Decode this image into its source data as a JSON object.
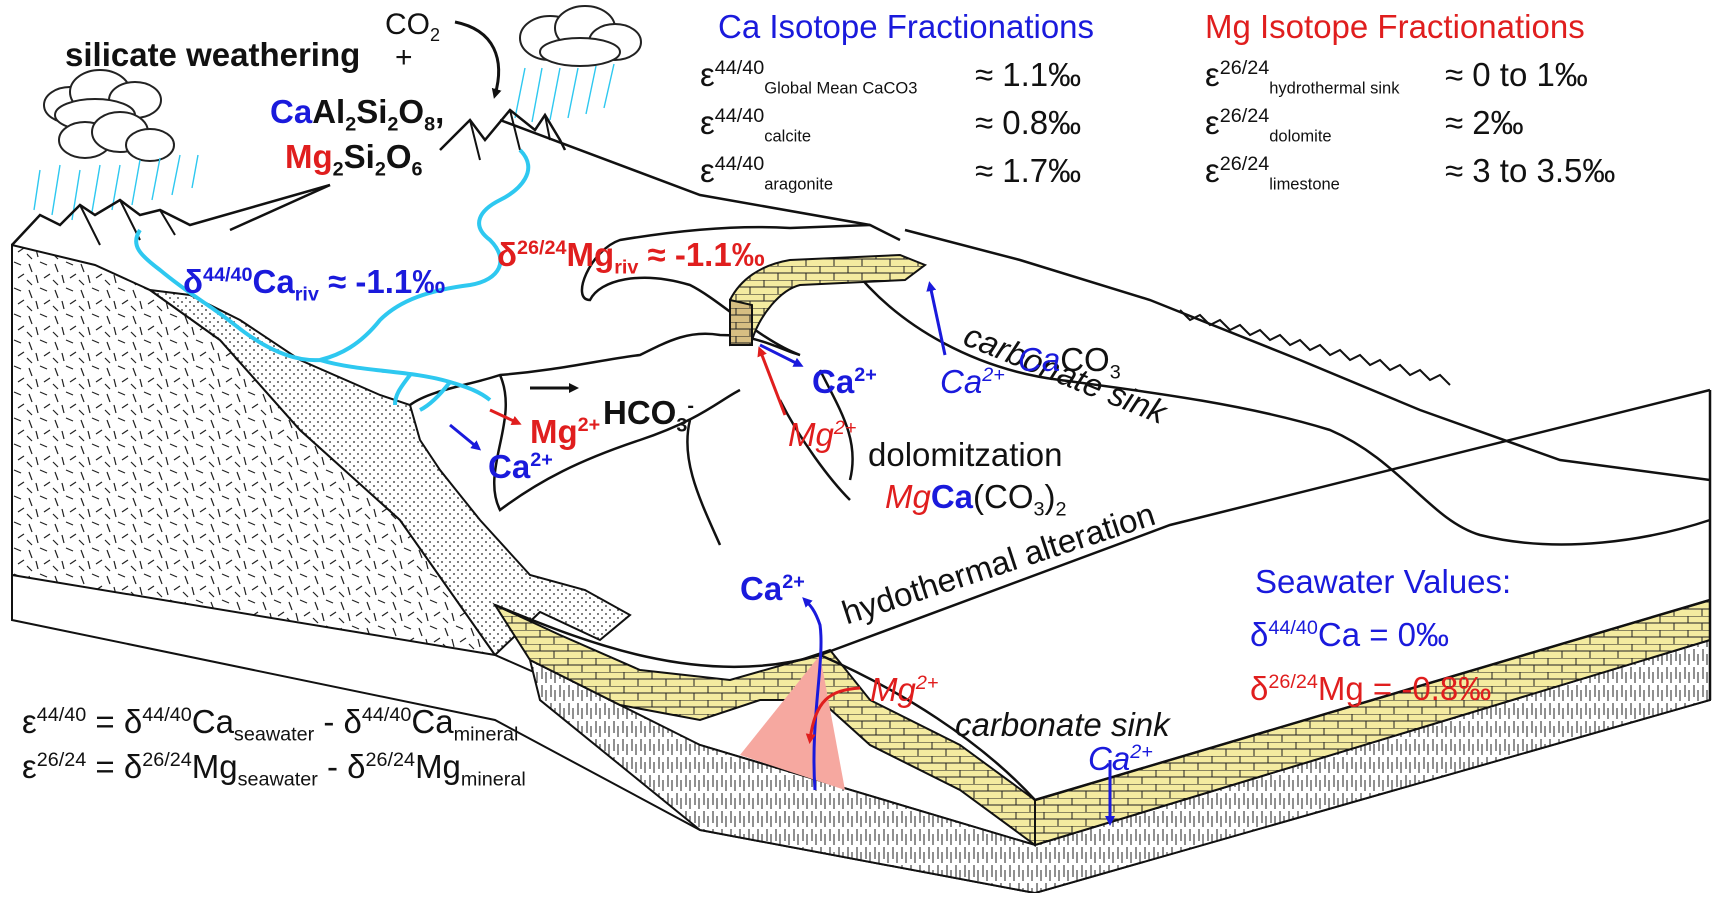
{
  "colors": {
    "ca": "#1a1adc",
    "mg": "#e01e1e",
    "river": "#2ec8f0",
    "carbonate": "#f4eba0",
    "vent": "#f6a8a0",
    "ink": "#111111"
  },
  "weathering": {
    "title": "silicate weathering",
    "co2": "CO",
    "co2_sub": "2",
    "plus": "+",
    "mineral1_ca": "Ca",
    "mineral1_rest_a": "Al",
    "mineral1_sub_a": "2",
    "mineral1_rest_b": "Si",
    "mineral1_sub_b": "2",
    "mineral1_rest_c": "O",
    "mineral1_sub_c": "8",
    "mineral1_sep": ",",
    "mineral2_mg": "Mg",
    "mineral2_sub_a": "2",
    "mineral2_rest_b": "Si",
    "mineral2_sub_b": "2",
    "mineral2_rest_c": "O",
    "mineral2_sub_c": "6"
  },
  "river": {
    "ca_delta": "δ",
    "ca_sup": "44/40",
    "ca_el": "Ca",
    "ca_sub": "riv",
    "ca_value": " ≈ -1.1‰",
    "mg_delta": "δ",
    "mg_sup": "26/24",
    "mg_el": "Mg",
    "mg_sub": "riv",
    "mg_value": " ≈ -1.1‰"
  },
  "ions": {
    "mg": "Mg",
    "charge": "2+",
    "hco3": "HCO",
    "hco3_sub": "3",
    "hco3_sup": "-",
    "ca": "Ca"
  },
  "platform": {
    "dolomitization": "dolomitzation",
    "dolomite_mg": "Mg",
    "dolomite_ca": "Ca",
    "dolomite_rest": "(CO",
    "dolomite_sub3": "3",
    "dolomite_close": ")",
    "dolomite_sub2": "2",
    "carbonate_sink": "carbonate sink",
    "caco3_ca": "Ca",
    "caco3_rest": "CO",
    "caco3_sub": "3"
  },
  "ridge": {
    "label": "hydothermal alteration"
  },
  "ca_fractionations": {
    "title": "Ca Isotope Fractionations",
    "rows": [
      {
        "symbol": "ε",
        "sup": "44/40",
        "sub": "Global Mean CaCO3",
        "value": "≈ 1.1‰"
      },
      {
        "symbol": "ε",
        "sup": "44/40",
        "sub": "calcite",
        "value": "≈ 0.8‰"
      },
      {
        "symbol": "ε",
        "sup": "44/40",
        "sub": "aragonite",
        "value": "≈ 1.7‰"
      }
    ]
  },
  "mg_fractionations": {
    "title": "Mg Isotope Fractionations",
    "rows": [
      {
        "symbol": "ε",
        "sup": "26/24",
        "sub": "hydrothermal sink",
        "value": "≈ 0 to 1‰"
      },
      {
        "symbol": "ε",
        "sup": "26/24",
        "sub": "dolomite",
        "value": "≈ 2‰"
      },
      {
        "symbol": "ε",
        "sup": "26/24",
        "sub": "limestone",
        "value": "≈ 3 to 3.5‰"
      }
    ]
  },
  "seawater": {
    "title": "Seawater Values:",
    "ca_delta": "δ",
    "ca_sup": "44/40",
    "ca_el": "Ca",
    "ca_value": " = 0‰",
    "mg_delta": "δ",
    "mg_sup": "26/24",
    "mg_el": "Mg",
    "mg_value": " = -0.8‰"
  },
  "equations": {
    "eq1_eps": "ε",
    "eq1_sup": "44/40",
    "eq1_eq": " = δ",
    "eq1_sup2": "44/40",
    "eq1_el": "Ca",
    "eq1_sub_a": "seawater",
    "eq1_minus": " - δ",
    "eq1_sup3": "44/40",
    "eq1_el2": "Ca",
    "eq1_sub_b": "mineral",
    "eq2_eps": "ε",
    "eq2_sup": "26/24",
    "eq2_eq": " = δ",
    "eq2_sup2": "26/24",
    "eq2_el": "Mg",
    "eq2_sub_a": "seawater",
    "eq2_minus": " - δ",
    "eq2_sup3": "26/24",
    "eq2_el2": "Mg",
    "eq2_sub_b": "mineral"
  }
}
